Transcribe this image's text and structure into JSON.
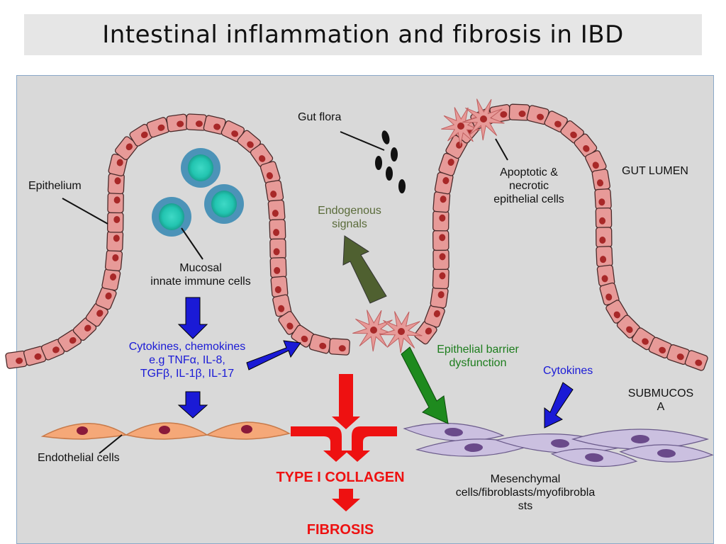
{
  "title": "Intestinal inflammation and fibrosis in IBD",
  "labels": {
    "epithelium": "Epithelium",
    "gut_flora": "Gut flora",
    "apoptotic_1": "Apoptotic &",
    "apoptotic_2": "necrotic",
    "apoptotic_3": "epithelial cells",
    "gut_lumen": "GUT LUMEN",
    "endogenous_1": "Endogenous",
    "endogenous_2": "signals",
    "mucosal_1": "Mucosal",
    "mucosal_2": "innate immune cells",
    "cytokines_1": "Cytokines, chemokines",
    "cytokines_2": "e.g TNFα, IL-8,",
    "cytokines_3": "TGFβ, IL-1β, IL-17",
    "barrier_1": "Epithelial barrier",
    "barrier_2": "dysfunction",
    "cytokines_right": "Cytokines",
    "submucosa_1": "SUBMUCOS",
    "submucosa_2": "A",
    "endothelial": "Endothelial cells",
    "collagen": "TYPE I COLLAGEN",
    "fibrosis": "FIBROSIS",
    "mesenchymal_1": "Mesenchymal",
    "mesenchymal_2": "cells/fibroblasts/myofibrobla",
    "mesenchymal_3": "sts"
  },
  "colors": {
    "panel": "#d9d9d9",
    "epithelial_cell": "#e79a98",
    "nucleus": "#a82828",
    "immune_cell": "#22c4b0",
    "blue_arrow": "#1a1ad6",
    "green_arrow": "#1e8a1e",
    "olive_arrow": "#4f6030",
    "red_arrow": "#ee1111",
    "fibroblast": "#cbc0e0",
    "endothelial": "#f5a878"
  }
}
